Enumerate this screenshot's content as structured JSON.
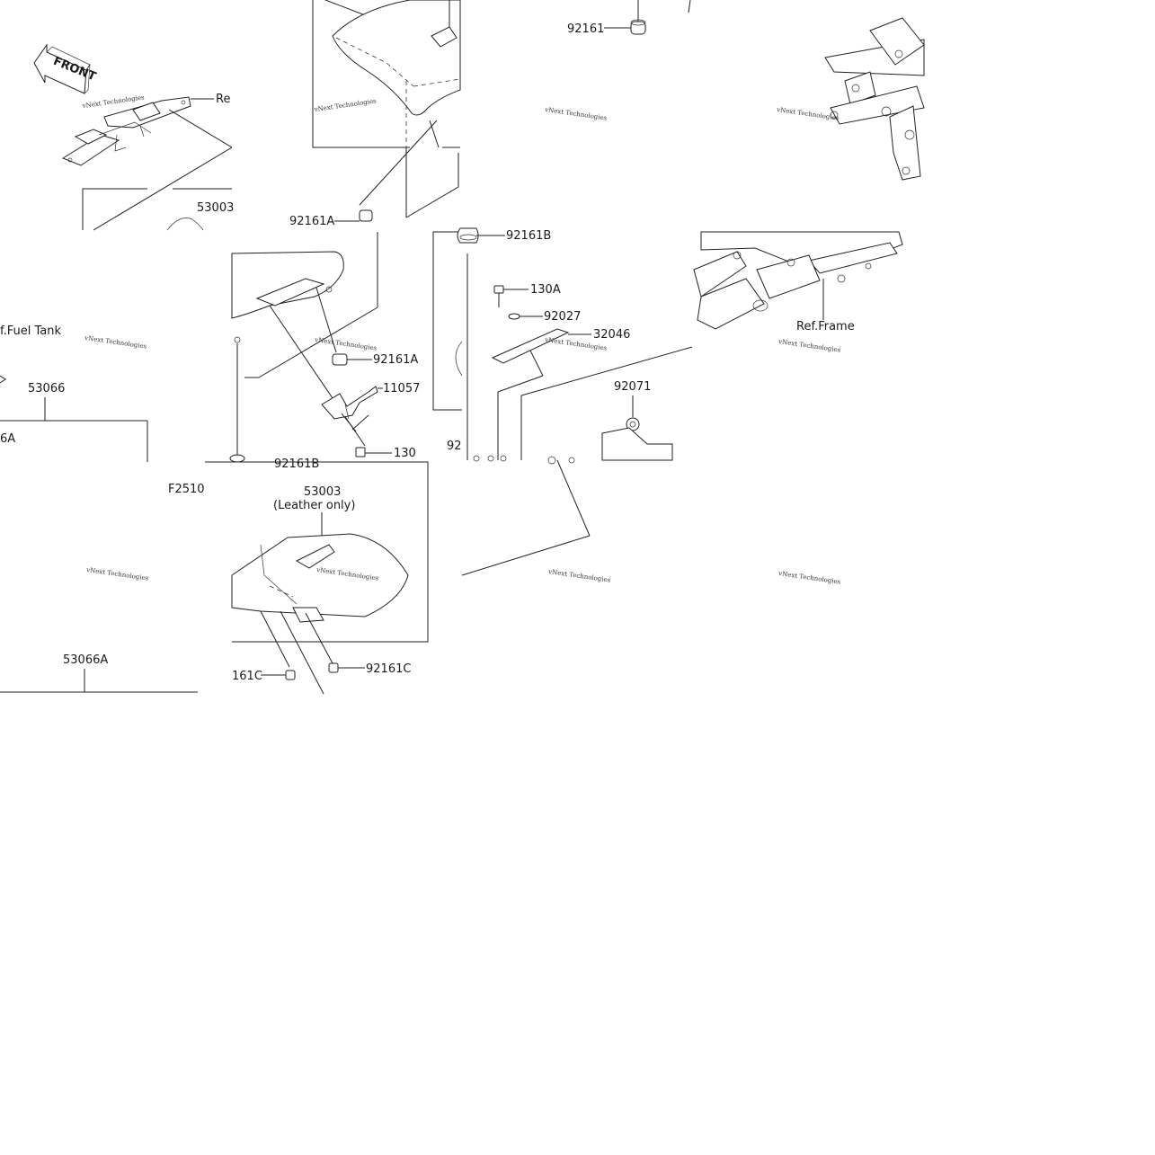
{
  "diagram": {
    "front_marker": "FRONT",
    "figure_code": "F2510",
    "watermark": "vNext Technologies",
    "parts": {
      "p92161": "92161",
      "p92161A_top": "92161A",
      "p92161A_mid": "92161A",
      "p92161B": "92161B",
      "p130A": "130A",
      "p92027": "92027",
      "p32046": "32046",
      "p92071": "92071",
      "p11057": "11057",
      "p130": "130",
      "p53003_top": "53003",
      "p53003_bottom": "53003",
      "p53003_note": "(Leather only)",
      "p53066": "53066",
      "p53066A": "53066A",
      "p92161C_left": "161C",
      "p92161C_right": "92161C",
      "p92_partial": "92",
      "p53066A_partial": "6A",
      "p92161B_partial": "92161B"
    },
    "references": {
      "ref_top": "Re",
      "ref_fuel_tank": "f.Fuel Tank",
      "ref_frame": "Ref.Frame"
    }
  }
}
